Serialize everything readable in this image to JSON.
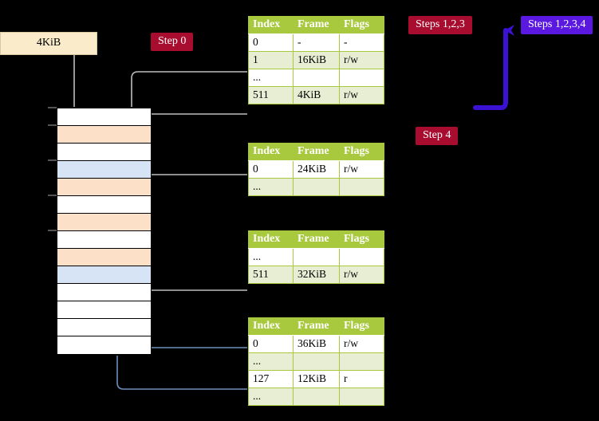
{
  "diagram": {
    "title_hidden": "",
    "background": "#000000",
    "accent_header": "#a8c83d",
    "badge_crimson": "#a80c2e",
    "badge_violet": "#5a18e0",
    "mem_peach": "#fce0c8",
    "mem_blue": "#d6e4f5",
    "highlight": "#faf7a0"
  },
  "labels": {
    "size_box": "4KiB",
    "step0": "Step 0",
    "steps123": "Steps 1,2,3",
    "steps1234": "Steps 1,2,3,4",
    "step4": "Step 4"
  },
  "tables": [
    {
      "name": "level4-table",
      "columns": [
        "Index",
        "Frame",
        "Flags"
      ],
      "rows": [
        {
          "index": "0",
          "frame": "-",
          "flags": "-",
          "style": "rw",
          "highlight": false
        },
        {
          "index": "1",
          "frame": "16KiB",
          "flags": "r/w",
          "style": "alt",
          "highlight": false
        },
        {
          "index": "...",
          "frame": "",
          "flags": "",
          "style": "rw",
          "highlight": false
        },
        {
          "index": "511",
          "frame": "4KiB",
          "flags": "r/w",
          "style": "alt",
          "highlight": true
        }
      ]
    },
    {
      "name": "level3-table",
      "columns": [
        "Index",
        "Frame",
        "Flags"
      ],
      "rows": [
        {
          "index": "0",
          "frame": "24KiB",
          "flags": "r/w",
          "style": "rw",
          "highlight": false
        },
        {
          "index": "...",
          "frame": "",
          "flags": "",
          "style": "alt",
          "highlight": false
        }
      ]
    },
    {
      "name": "level2-table",
      "columns": [
        "Index",
        "Frame",
        "Flags"
      ],
      "rows": [
        {
          "index": "...",
          "frame": "",
          "flags": "",
          "style": "rw",
          "highlight": false
        },
        {
          "index": "511",
          "frame": "32KiB",
          "flags": "r/w",
          "style": "alt",
          "highlight": false
        }
      ]
    },
    {
      "name": "level1-table",
      "columns": [
        "Index",
        "Frame",
        "Flags"
      ],
      "rows": [
        {
          "index": "0",
          "frame": "36KiB",
          "flags": "r/w",
          "style": "rw",
          "highlight": false
        },
        {
          "index": "...",
          "frame": "",
          "flags": "",
          "style": "alt",
          "highlight": false
        },
        {
          "index": "127",
          "frame": "12KiB",
          "flags": "r",
          "style": "rw",
          "highlight": false
        },
        {
          "index": "...",
          "frame": "",
          "flags": "",
          "style": "alt",
          "highlight": false
        }
      ]
    }
  ],
  "memory": {
    "name": "physical-memory-strip",
    "rows": [
      {
        "fill": "mem-white",
        "tick": true
      },
      {
        "fill": "mem-peach",
        "tick": true
      },
      {
        "fill": "mem-white",
        "tick": false
      },
      {
        "fill": "mem-blue",
        "tick": true
      },
      {
        "fill": "mem-peach",
        "tick": false
      },
      {
        "fill": "mem-white",
        "tick": true
      },
      {
        "fill": "mem-peach",
        "tick": false
      },
      {
        "fill": "mem-white",
        "tick": true
      },
      {
        "fill": "mem-peach",
        "tick": false
      },
      {
        "fill": "mem-blue",
        "tick": false
      },
      {
        "fill": "mem-white",
        "tick": false
      },
      {
        "fill": "mem-white",
        "tick": false
      },
      {
        "fill": "mem-white",
        "tick": false
      },
      {
        "fill": "mem-white",
        "tick": false
      }
    ]
  }
}
